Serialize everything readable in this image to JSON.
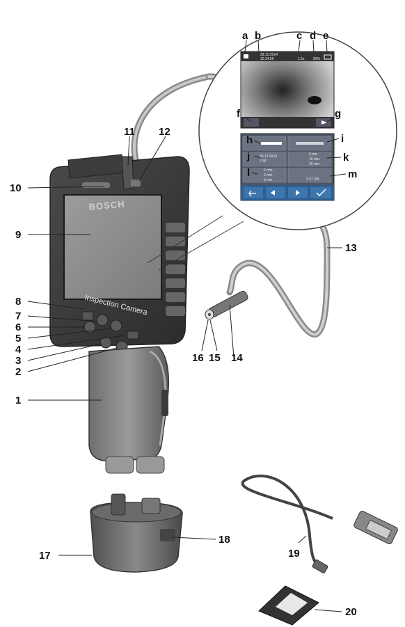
{
  "brand": "BOSCH",
  "device_text": "Inspection Camera",
  "screen_top": {
    "date": "28.12.2014",
    "time": "12:34:56",
    "zoom": "1.5x",
    "led": "50%"
  },
  "menu": {
    "date": "28.12.2014",
    "time": "7:36",
    "timer_options": [
      "0 min.",
      "10 min.",
      "20 min."
    ],
    "rec_options": [
      "1 min.",
      "2 min.",
      "5 min."
    ],
    "storage": "2.37 GB"
  },
  "labels": {
    "a": "a",
    "b": "b",
    "c": "c",
    "d": "d",
    "e": "e",
    "f": "f",
    "g": "g",
    "h": "h",
    "i": "i",
    "j": "j",
    "k": "k",
    "l": "l",
    "m": "m",
    "n1": "1",
    "n2": "2",
    "n3": "3",
    "n4": "4",
    "n5": "5",
    "n6": "6",
    "n7": "7",
    "n8": "8",
    "n9": "9",
    "n10": "10",
    "n11": "11",
    "n12": "12",
    "n13": "13",
    "n14": "14",
    "n15": "15",
    "n16": "16",
    "n17": "17",
    "n18": "18",
    "n19": "19",
    "n20": "20"
  }
}
